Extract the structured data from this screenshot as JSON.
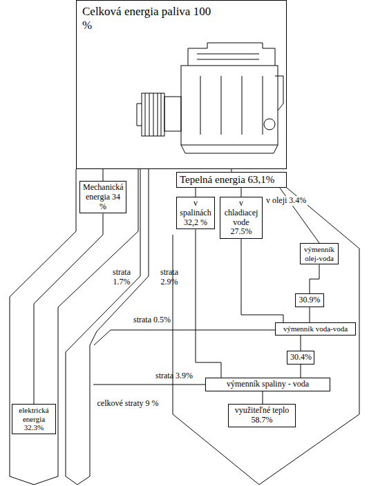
{
  "diagram": {
    "nodes": [
      {
        "text": [
          "Celková energia paliva 100 %"
        ]
      },
      {
        "text": [
          "Tepelná energia 63,1%"
        ]
      },
      {
        "text": [
          "Mechanická energia 34 %"
        ]
      },
      {
        "text": [
          "v spalinách 32,2 %"
        ]
      },
      {
        "text": [
          "v chladiacej vode 27.5%"
        ]
      },
      {
        "text": [
          "výmenník olej-voda"
        ]
      },
      {
        "text": [
          "30.9%"
        ]
      },
      {
        "text": [
          "výmenník voda-voda"
        ]
      },
      {
        "text": [
          "30.4%"
        ]
      },
      {
        "text": [
          "výmenník spaliny - voda"
        ]
      },
      {
        "text": [
          "elektrická energia 32.3%"
        ]
      },
      {
        "text": [
          "využiteľné teplo 58.7%"
        ]
      }
    ],
    "edges": [
      {
        "from": 0,
        "to": 2,
        "arrow": "none"
      },
      {
        "from": 0,
        "to": 1,
        "arrow": "none"
      },
      {
        "from": 1,
        "to": 3,
        "arrow": "none"
      },
      {
        "from": 1,
        "to": 4,
        "arrow": "none"
      },
      {
        "from": 2,
        "to": 10,
        "arrow": "none"
      },
      {
        "from": 1,
        "to": 5,
        "label": "v oleji 3.4%",
        "arrow": "none"
      },
      {
        "from": 5,
        "to": 6,
        "arrow": "none"
      },
      {
        "from": 4,
        "to": 7,
        "arrow": "none"
      },
      {
        "from": 6,
        "to": 7,
        "arrow": "none"
      },
      {
        "from": 7,
        "to": 8,
        "arrow": "none"
      },
      {
        "from": 8,
        "to": 9,
        "arrow": "none"
      },
      {
        "from": 3,
        "to": 9,
        "arrow": "none"
      },
      {
        "from": 9,
        "to": 11,
        "arrow": "none"
      }
    ],
    "labels": [
      "strata 1.7%",
      "strata 2.9%",
      "strata 0.5%",
      "strata 3.9%",
      "celkové straty 9 %"
    ]
  }
}
